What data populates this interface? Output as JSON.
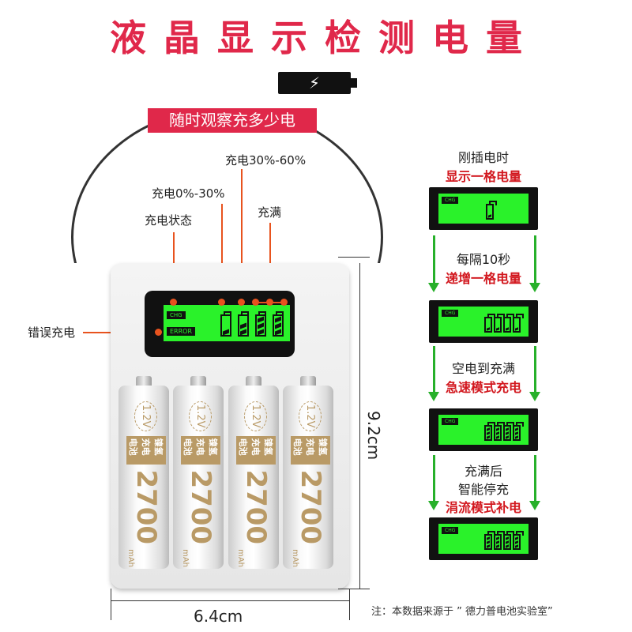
{
  "title": "液晶显示检测电量",
  "banner": "随时观察充多少电",
  "bolt_icon": "lightning-bolt",
  "callouts": {
    "state": "充电状态",
    "low": "充电0%-30%",
    "mid": "充电30%-60%",
    "full": "充满",
    "error": "错误充电"
  },
  "lcd": {
    "chg": "CHG",
    "error": "ERROR"
  },
  "battery": {
    "voltage": "1.2V",
    "name": "镍氢充电电池",
    "capacity": "2700",
    "unit": "mAh"
  },
  "dimensions": {
    "height": "9.2cm",
    "width": "6.4cm"
  },
  "steps": [
    {
      "line1": "刚插电时",
      "line2": "",
      "red": "显示一格电量"
    },
    {
      "line1": "每隔10秒",
      "line2": "",
      "red": "递增一格电量"
    },
    {
      "line1": "空电到充满",
      "line2": "",
      "red": "急速模式充电"
    },
    {
      "line1": "充满后",
      "line2": "智能停充",
      "red": "涓流模式补电"
    }
  ],
  "note": "注：本数据来源于 ” 德力普电池实验室”",
  "colors": {
    "title": "#e0284a",
    "lcd_green": "#2af22a",
    "arrow": "#27b02a",
    "callout": "#e8531e"
  }
}
